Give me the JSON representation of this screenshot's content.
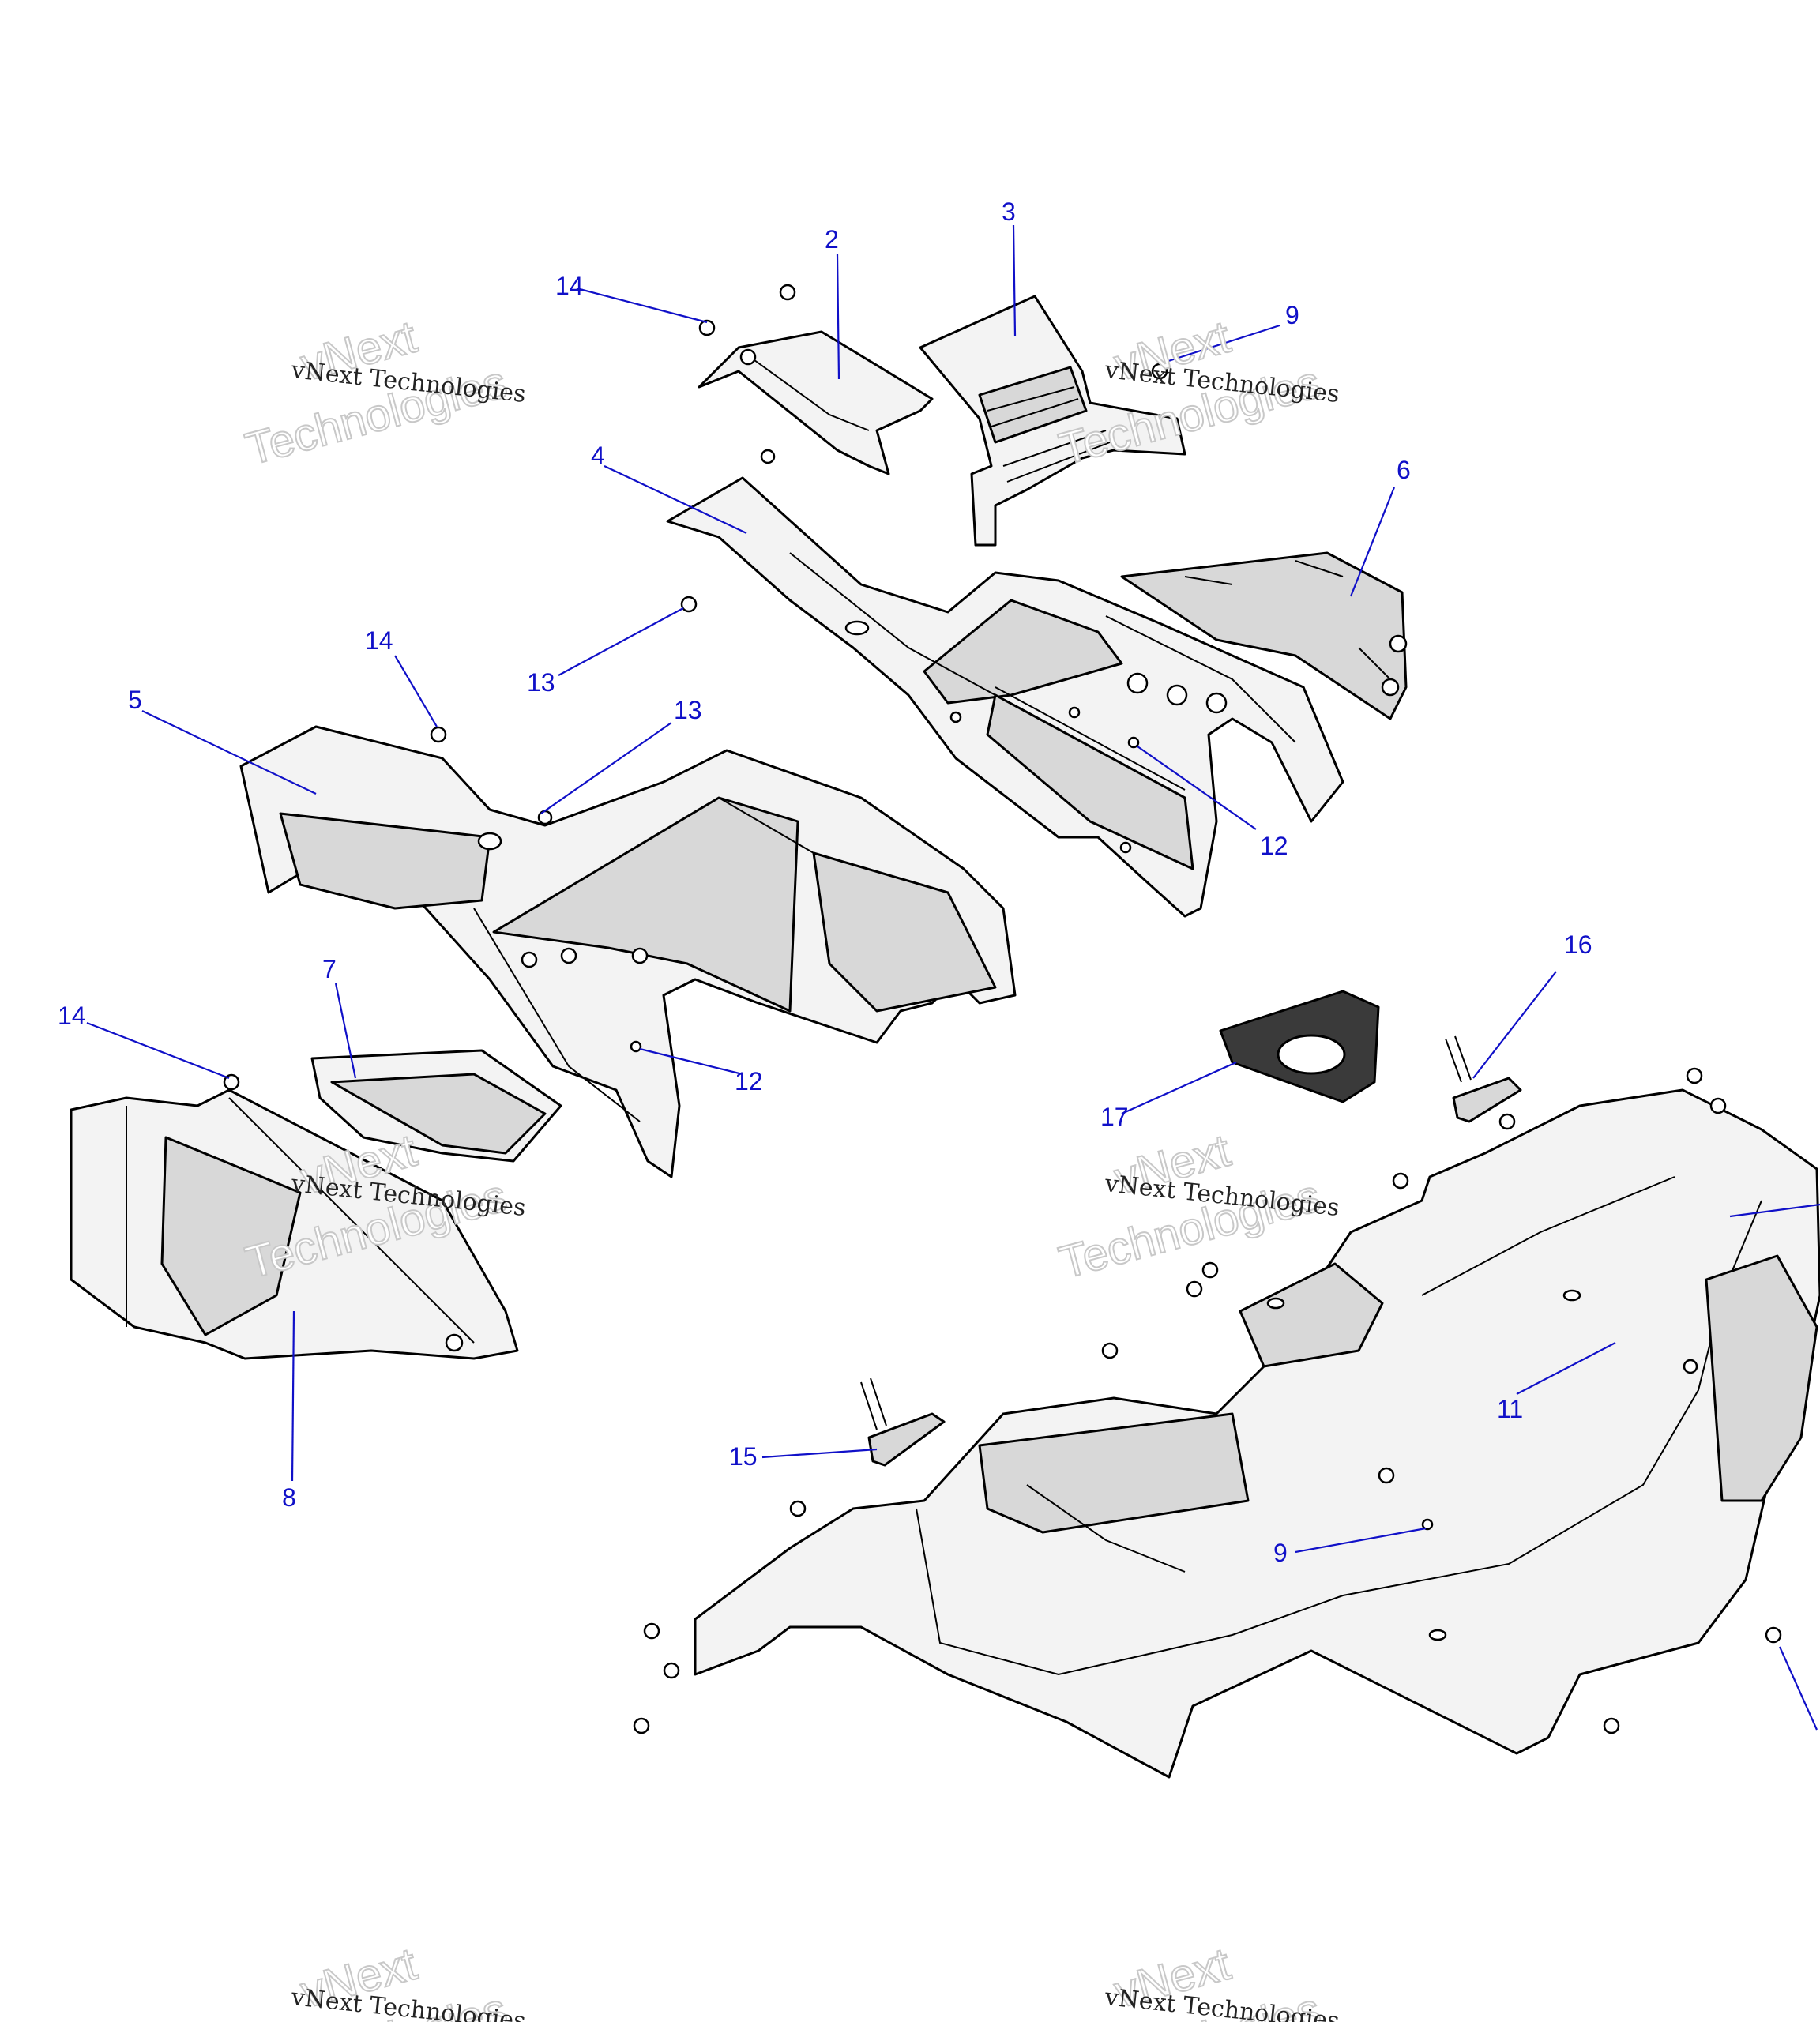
{
  "diagram": {
    "callouts": [
      {
        "id": "c2",
        "label": "2"
      },
      {
        "id": "c3",
        "label": "3"
      },
      {
        "id": "c4",
        "label": "4"
      },
      {
        "id": "c5",
        "label": "5"
      },
      {
        "id": "c6",
        "label": "6"
      },
      {
        "id": "c7",
        "label": "7"
      },
      {
        "id": "c8",
        "label": "8"
      },
      {
        "id": "c9a",
        "label": "9"
      },
      {
        "id": "c9b",
        "label": "9"
      },
      {
        "id": "c11",
        "label": "11"
      },
      {
        "id": "c12a",
        "label": "12"
      },
      {
        "id": "c12b",
        "label": "12"
      },
      {
        "id": "c13a",
        "label": "13"
      },
      {
        "id": "c13b",
        "label": "13"
      },
      {
        "id": "c14a",
        "label": "14"
      },
      {
        "id": "c14b",
        "label": "14"
      },
      {
        "id": "c14c",
        "label": "14"
      },
      {
        "id": "c15",
        "label": "15"
      },
      {
        "id": "c16",
        "label": "16"
      },
      {
        "id": "c17",
        "label": "17"
      }
    ]
  },
  "watermark": {
    "line_small": "vNext Technologies",
    "word_top": "vNext",
    "word_bottom": "Technologies"
  }
}
